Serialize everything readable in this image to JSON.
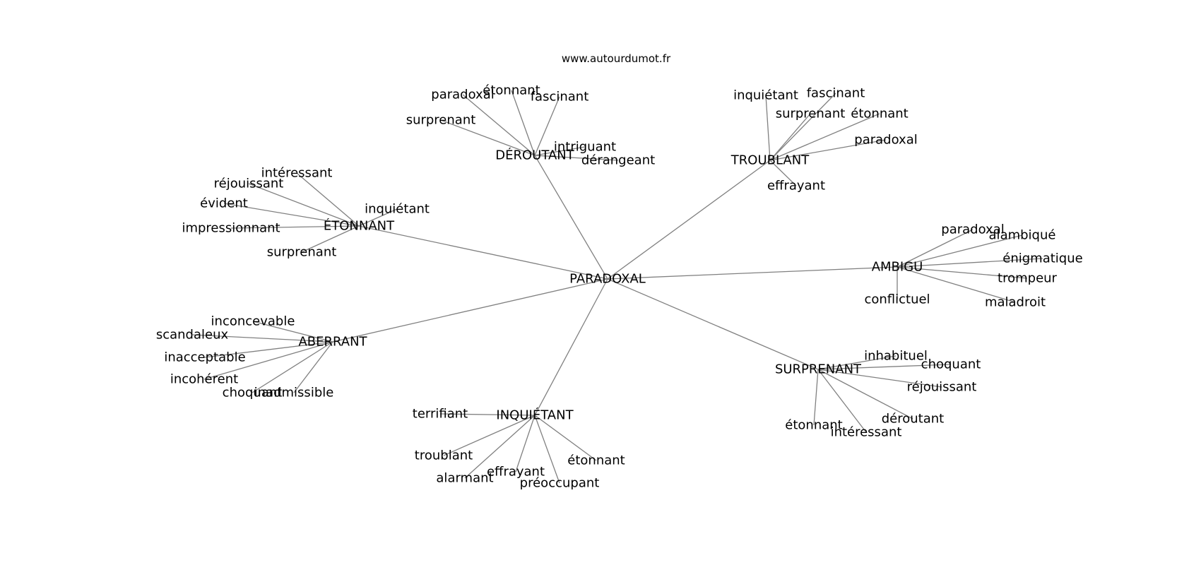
{
  "site": "www.autourdumot.fr",
  "graph": {
    "root": "PARADOXAL",
    "hubs": [
      {
        "label": "DÉROUTANT",
        "leaves": [
          "paradoxal",
          "étonnant",
          "fascinant",
          "surprenant",
          "intriguant",
          "dérangeant"
        ]
      },
      {
        "label": "TROUBLANT",
        "leaves": [
          "inquiétant",
          "fascinant",
          "surprenant",
          "étonnant",
          "paradoxal",
          "effrayant"
        ]
      },
      {
        "label": "ÉTONNANT",
        "leaves": [
          "intéressant",
          "réjouissant",
          "évident",
          "impressionnant",
          "surprenant",
          "inquiétant"
        ]
      },
      {
        "label": "AMBIGU",
        "leaves": [
          "paradoxal",
          "alambiqué",
          "énigmatique",
          "trompeur",
          "maladroit",
          "conflictuel"
        ]
      },
      {
        "label": "ABERRANT",
        "leaves": [
          "inconcevable",
          "scandaleux",
          "inacceptable",
          "incohérent",
          "choquant",
          "inadmissible"
        ]
      },
      {
        "label": "SURPRENANT",
        "leaves": [
          "inhabituel",
          "choquant",
          "réjouissant",
          "déroutant",
          "intéressant",
          "étonnant"
        ]
      },
      {
        "label": "INQUIÉTANT",
        "leaves": [
          "terrifiant",
          "troublant",
          "alarmant",
          "effrayant",
          "préoccupant",
          "étonnant"
        ]
      }
    ]
  }
}
